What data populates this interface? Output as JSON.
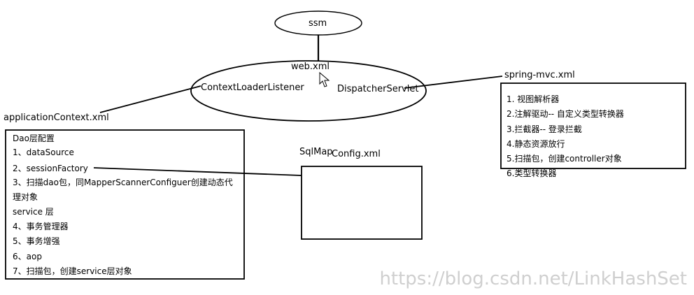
{
  "diagram": {
    "ssm": "ssm",
    "web_xml": "web.xml",
    "context_loader_listener": "ContextLoaderListener",
    "dispatcher_servlet": "DispatcherServlet",
    "application_context_xml": "applicationContext.xml",
    "spring_mvc_xml": "spring-mvc.xml",
    "sqlmap_config_left": "SqlMap",
    "sqlmap_config_right": "Config.xml",
    "app_context_box": [
      "Dao层配置",
      "1、dataSource",
      "2、sessionFactory",
      "3、扫描dao包，同MapperScannerConfiguer创建动态代",
      "理对象",
      "service 层",
      "4、事务管理器",
      "5、事务增强",
      "6、aop",
      "7、扫描包，创建service层对象"
    ],
    "spring_mvc_box": [
      "1. 视图解析器",
      "2.注解驱动-- 自定义类型转换器",
      "3.拦截器-- 登录拦截",
      "4.静态资源放行",
      "5.扫描包，创建controller对象",
      "6.类型转换器"
    ],
    "watermark": "https://blog.csdn.net/LinkHashSet"
  }
}
